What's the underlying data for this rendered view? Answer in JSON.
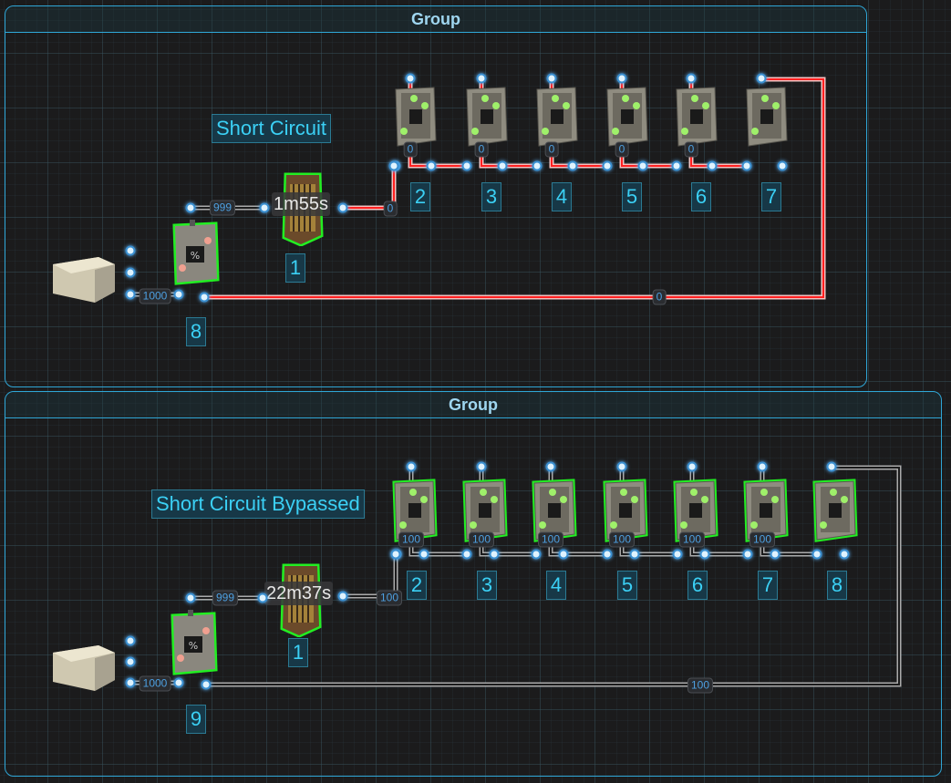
{
  "groups": [
    {
      "title": "Group",
      "note": "Short Circuit",
      "timer": "1m55s",
      "wire_color": "#ff2020",
      "switch_numbers": [
        "2",
        "3",
        "4",
        "5",
        "6",
        "7"
      ],
      "switch_labels": [
        "0",
        "0",
        "0",
        "0",
        "0"
      ],
      "timer_number": "1",
      "splitter_number": "8",
      "labels": {
        "splitter_to_timer": "999",
        "battery_to_splitter": "1000",
        "timer_to_switch": "0",
        "return": "0"
      }
    },
    {
      "title": "Group",
      "note": "Short Circuit Bypassed",
      "timer": "22m37s",
      "wire_color": "#ffffff",
      "switch_numbers": [
        "2",
        "3",
        "4",
        "5",
        "6",
        "7",
        "8"
      ],
      "switch_labels": [
        "100",
        "100",
        "100",
        "100",
        "100",
        "100"
      ],
      "timer_number": "1",
      "splitter_number": "9",
      "labels": {
        "splitter_to_timer": "999",
        "battery_to_splitter": "1000",
        "timer_to_switch": "100",
        "return": "100"
      }
    }
  ]
}
